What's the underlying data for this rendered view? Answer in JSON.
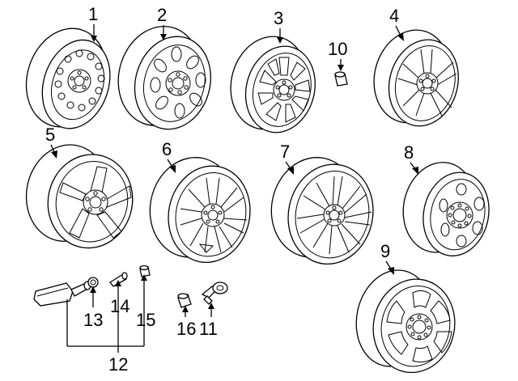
{
  "diagram": {
    "callouts": [
      {
        "id": "1",
        "part": "steel-wheel-round-holes"
      },
      {
        "id": "2",
        "part": "steel-wheel-oval-holes"
      },
      {
        "id": "3",
        "part": "alloy-wheel-multi-spoke"
      },
      {
        "id": "4",
        "part": "alloy-wheel-split-spoke"
      },
      {
        "id": "5",
        "part": "alloy-wheel-five-spoke"
      },
      {
        "id": "6",
        "part": "alloy-wheel-twelve-spoke"
      },
      {
        "id": "7",
        "part": "alloy-wheel-fourteen-spoke"
      },
      {
        "id": "8",
        "part": "steel-wheel-eight-lug"
      },
      {
        "id": "9",
        "part": "steel-wheel-ten-window"
      },
      {
        "id": "10",
        "part": "wheel-cap"
      },
      {
        "id": "11",
        "part": "valve-stem"
      },
      {
        "id": "12",
        "part": "tire-pressure-sensor-kit"
      },
      {
        "id": "13",
        "part": "sensor-nut"
      },
      {
        "id": "14",
        "part": "valve-core"
      },
      {
        "id": "15",
        "part": "valve-cap"
      },
      {
        "id": "16",
        "part": "valve-cap-small"
      }
    ]
  }
}
